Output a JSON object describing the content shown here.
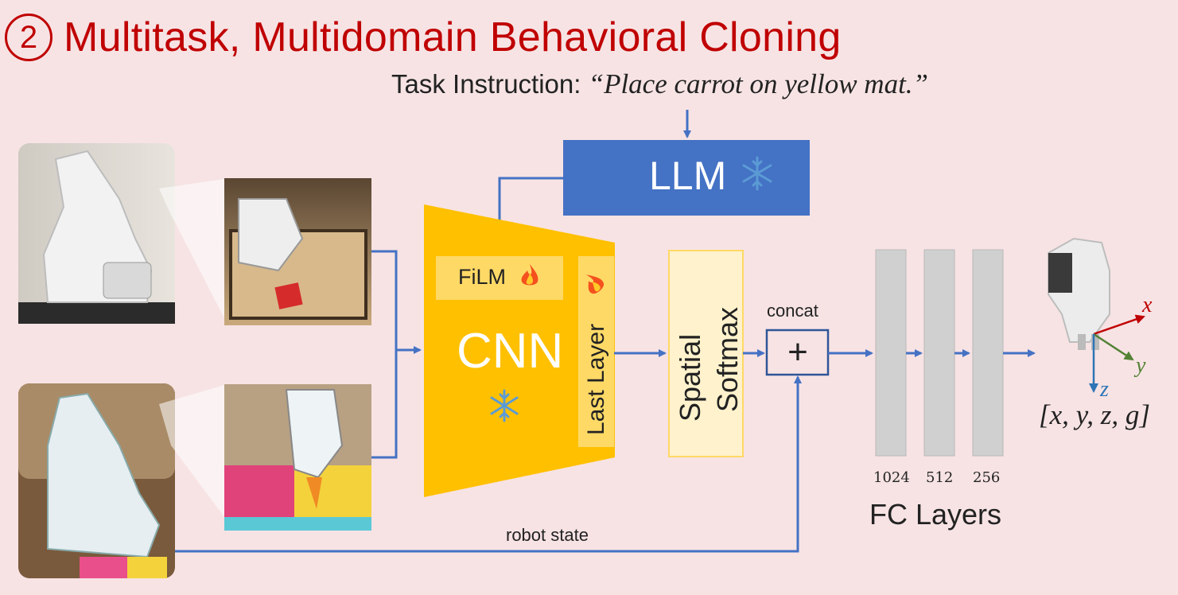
{
  "title": {
    "number": "2",
    "text": "Multitask, Multidomain Behavioral Cloning"
  },
  "task_instruction": {
    "prefix": "Task Instruction: ",
    "quote": "“Place carrot on yellow mat.”"
  },
  "blocks": {
    "llm": "LLM",
    "film": "FiLM",
    "cnn": "CNN",
    "last_layer": "Last Layer",
    "spatial_softmax_line1": "Spatial",
    "spatial_softmax_line2": "Softmax",
    "concat_label": "concat",
    "concat_symbol": "+",
    "robot_state": "robot state",
    "fc_layers": "FC Layers",
    "fc_sizes": [
      "1024",
      "512",
      "256"
    ]
  },
  "icons": {
    "frozen": "snowflake-icon",
    "trainable": "fire-icon"
  },
  "output": {
    "axis_x": "x",
    "axis_y": "y",
    "axis_z": "z",
    "vector": "[x, y, z, g]"
  },
  "colors": {
    "title_red": "#c00000",
    "llm_blue": "#4472c4",
    "cnn_yellow": "#ffc000",
    "film_yellow": "#ffd966",
    "softmax_yellow": "#fff2cc",
    "arrow_blue": "#4472c4",
    "fc_gray": "#d0d0d0",
    "background": "#f7e3e4"
  }
}
